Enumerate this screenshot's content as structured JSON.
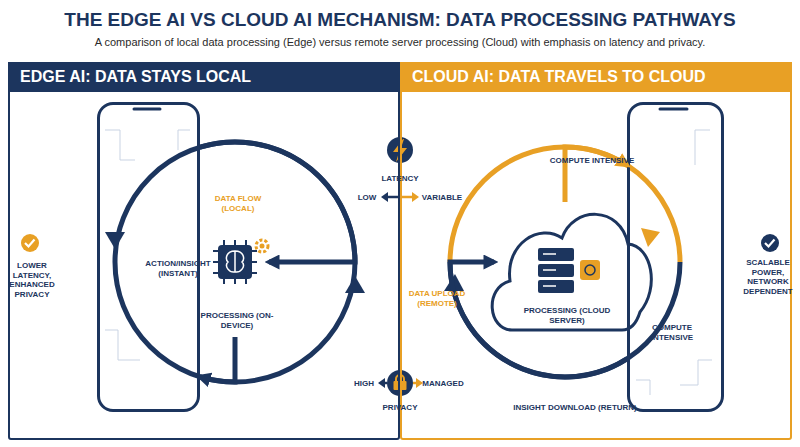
{
  "diagram": {
    "title": "THE EDGE AI VS CLOUD AI MECHANISM: DATA PROCESSING PATHWAYS",
    "caption": "A comparison of local data processing (Edge) versus remote server processing (Cloud) with emphasis on latency and privacy.",
    "nodes": [
      {
        "text": [
          "EDGE AI: DATA STAYS LOCAL"
        ]
      },
      {
        "text": [
          "ACTION/INSIGHT (INSTANT)"
        ],
        "in": 0
      },
      {
        "text": [
          "PROCESSING (ON-DEVICE)"
        ],
        "in": 0
      },
      {
        "text": [
          "CLOUD AI: DATA TRAVELS TO CLOUD"
        ]
      },
      {
        "text": [
          "PROCESSING (CLOUD SERVER)"
        ],
        "in": 3
      },
      {
        "text": [
          "COMPUTE INTENSIVE"
        ],
        "in": 3
      }
    ],
    "edges": [
      {
        "from": 1,
        "to": 2,
        "arrow": "to",
        "label": "DATA FLOW (LOCAL)"
      },
      {
        "from": 2,
        "to": 1,
        "arrow": "to"
      },
      {
        "from": 5,
        "to": 4,
        "arrow": "to",
        "label": "DATA UPLOAD (REMOTE)"
      },
      {
        "from": 4,
        "to": 5,
        "arrow": "to",
        "label": "COMPUTE INTENSIVE"
      }
    ],
    "labels": [
      "LOWER LATENCY, ENHANCED PRIVACY",
      "LATENCY",
      "LOW",
      "VARIABLE",
      "HIGH",
      "MANAGED",
      "PRIVACY",
      "INSIGHT DOWNLOAD (RETURN)",
      "SCALABLE POWER, NETWORK DEPENDENT"
    ]
  }
}
